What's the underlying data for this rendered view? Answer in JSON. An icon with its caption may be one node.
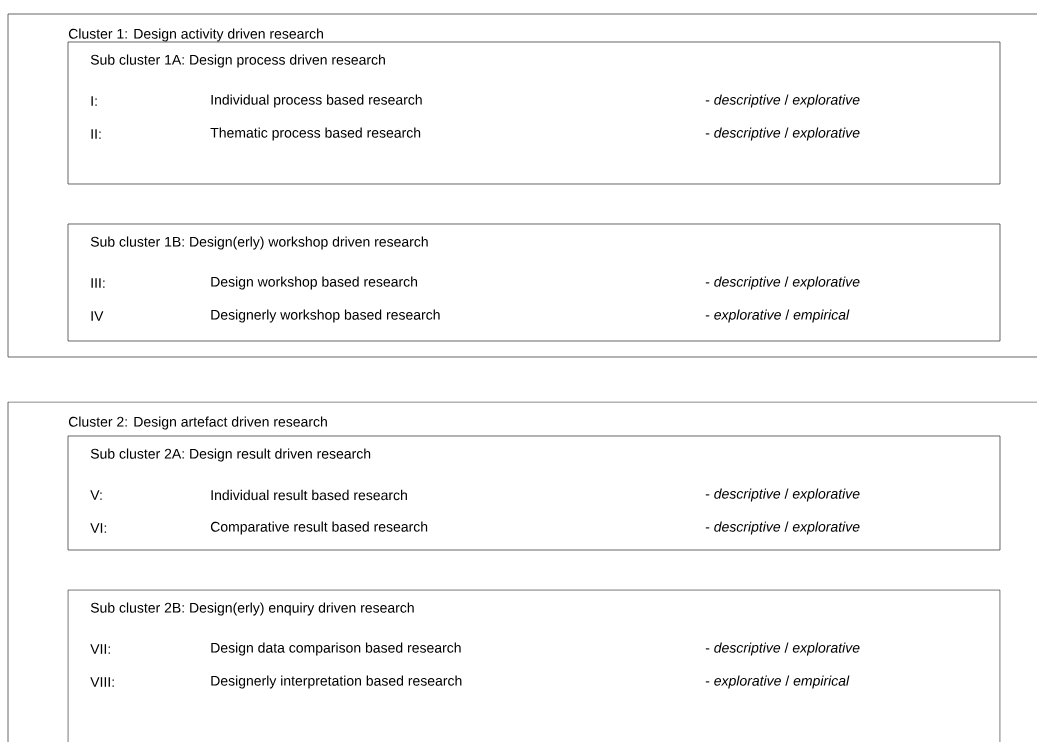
{
  "diagram": {
    "nodes": [
      {
        "text": [
          "Cluster 1: Design activity driven research"
        ]
      },
      {
        "text": [
          "Sub cluster 1A: Design process driven research",
          "I:",
          "Individual process based research",
          "- *descriptive* / *explorative*",
          "II:",
          "Thematic process based research",
          "- *descriptive* / *explorative*"
        ],
        "in": 0
      },
      {
        "text": [
          "Sub cluster 1B: Design(erly) workshop driven research",
          "III:",
          "Design workshop based research",
          "- *descriptive* / *explorative*",
          "IV",
          "Designerly workshop based research",
          "- *explorative* / *empirical*"
        ],
        "in": 0
      },
      {
        "text": [
          "Cluster 2: Design artefact driven research"
        ]
      },
      {
        "text": [
          "Sub cluster 2A: Design result driven research",
          "V:",
          "Individual result based research",
          "- *descriptive* / *explorative*",
          "VI:",
          "Comparative result based research",
          "- *descriptive* / *explorative*"
        ],
        "in": 3
      },
      {
        "text": [
          "Sub cluster 2B: Design(erly) enquiry driven research",
          "VII:",
          "Design data comparison based research",
          "- *descriptive* / *explorative*",
          "VIII:",
          "Designerly interpretation based research",
          "- *explorative* / *empirical*"
        ],
        "in": 3
      }
    ]
  }
}
